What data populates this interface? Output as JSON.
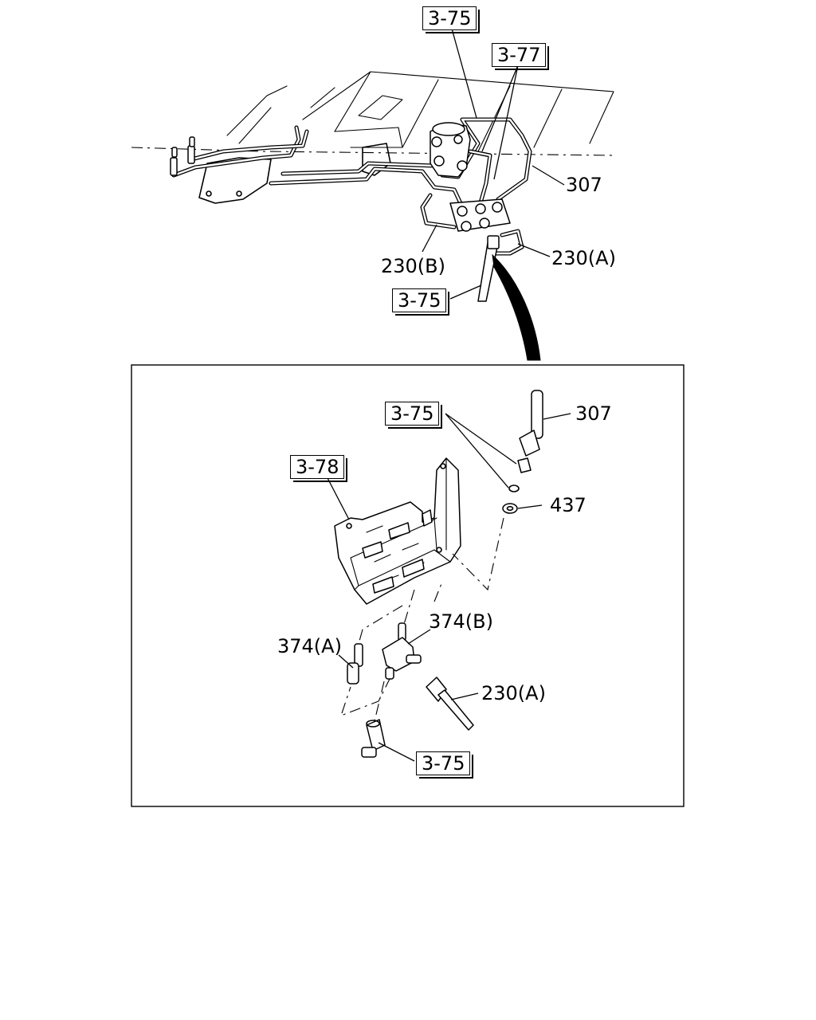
{
  "diagram": {
    "top_view": {
      "ref_boxes": {
        "top_a": "3-75",
        "top_b": "3-77",
        "bottom": "3-75"
      },
      "callouts": {
        "c307": "307",
        "c230a": "230(A)",
        "c230b": "230(B)"
      }
    },
    "detail_view": {
      "ref_boxes": {
        "r375_top": "3-75",
        "r378": "3-78",
        "r375_bottom": "3-75"
      },
      "callouts": {
        "c307": "307",
        "c437": "437",
        "c374b": "374(B)",
        "c374a": "374(A)",
        "c230a": "230(A)"
      }
    }
  }
}
